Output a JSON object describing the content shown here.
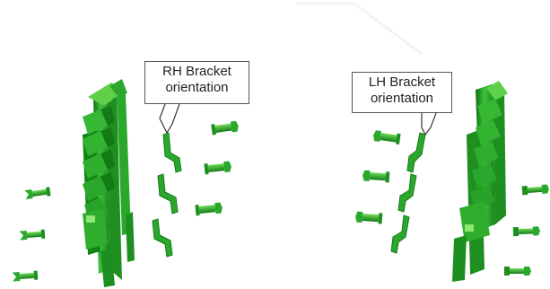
{
  "callouts": {
    "rh": {
      "line1": "RH Bracket",
      "line2": "orientation"
    },
    "lh": {
      "line1": "LH Bracket",
      "line2": "orientation"
    }
  },
  "colors": {
    "part_green": "#2ea82e",
    "part_dark": "#0f6e12",
    "part_light": "#6fdc5a",
    "leader": "#333333",
    "box_border": "#555555"
  }
}
